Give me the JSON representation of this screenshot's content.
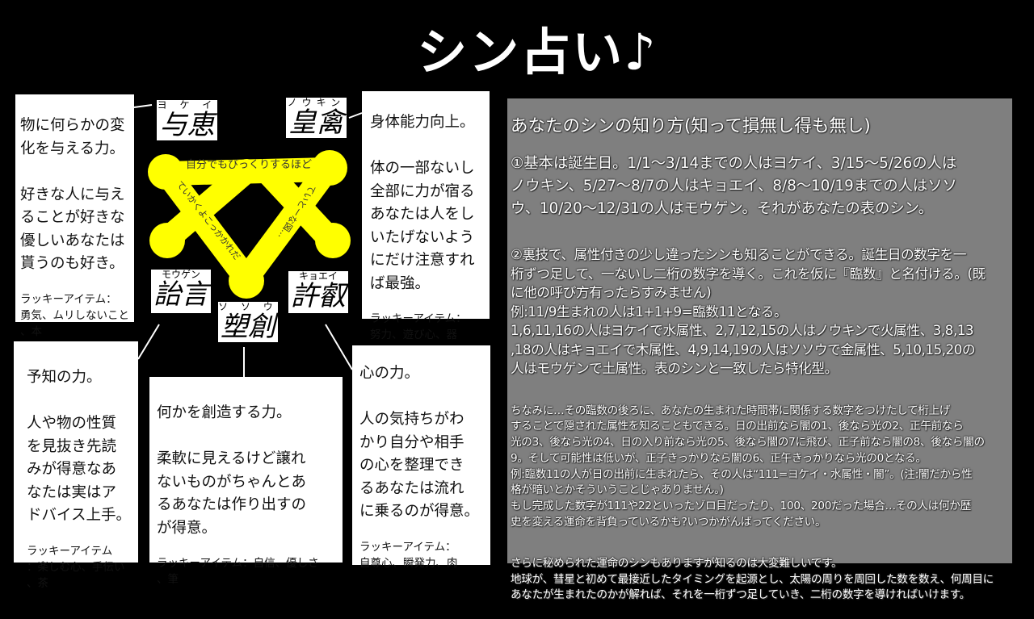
{
  "title": "シン占い♪",
  "colors": {
    "background": "#000000",
    "diagram": "#ffff00",
    "panel": "#7f7f7f",
    "box": "#ffffff"
  },
  "diagram": {
    "top_text": "自分でもびっくりするほど",
    "left_text": "ていかくよこっかかれだ",
    "right_text": "ていとーな図…"
  },
  "shin": [
    {
      "ruby": "ヨ ケ イ",
      "name": "与恵",
      "main": "物に何らかの変\n化を与える力。\n\n好きな人に与え\nることが好きな\n優しいあなたは\n貰うのも好き。",
      "lucky": "ラッキーアイテム：\n勇気、ムリしないこと\n、本"
    },
    {
      "ruby": "ノウキン",
      "name": "皇禽",
      "main": "身体能力向上。\n\n体の一部ないし\n全部に力が宿る\nあなたは人をし\nいたげないよう\nにだけ注意すれ\nば最強。",
      "lucky": "ラッキーアイテム：\n努力、遊び心、器"
    },
    {
      "ruby": "モウゲン",
      "name": "詒言",
      "main": "予知の力。\n\n人や物の性質\nを見抜き先読\nみが得意なあ\nなたは実はア\nドバイス上手。",
      "lucky": "ラッキーアイテム\n：楽しむ心、手伝い\n、茶"
    },
    {
      "ruby": "ソ ソ ウ",
      "name": "塑創",
      "main": "何かを創造する力。\n\n柔軟に見えるけど譲れ\nないものがちゃんとあ\nるあなたは作り出すの\nが得意。",
      "lucky": "ラッキーアイテム：自信、優しさ\n、筆"
    },
    {
      "ruby": "キョエイ",
      "name": "許叡",
      "main": "心の力。\n\n人の気持ちがわ\nかり自分や相手\nの心を整理でき\nるあなたは流れ\nに乗るのが得意。",
      "lucky": "ラッキーアイテム：\n自尊心、瞬発力、肉"
    }
  ],
  "panel": {
    "heading": "あなたのシンの知り方(知って損無し得も無し)",
    "p1": "①基本は誕生日。1/1〜3/14までの人はヨケイ、3/15〜5/26の人は\nノウキン、5/27〜8/7の人はキョエイ、8/8〜10/19までの人はソソ\nウ、10/20〜12/31の人はモウゲン。それがあなたの表のシン。",
    "p2": "②裏技で、属性付きの少し違ったシンも知ることができる。誕生日の数字を一\n桁ずつ足して、一ないし二桁の数字を導く。これを仮に『臨数』と名付ける。(既\nに他の呼び方有ったらすみません)\n例:11/9生まれの人は1+1+9=臨数11となる。\n1,6,11,16の人はヨケイで水属性、2,7,12,15の人はノウキンで火属性、3,8,13\n,18の人はキョエイで木属性、4,9,14,19の人はソソウで金属性、5,10,15,20の\n人はモウゲンで土属性。表のシンと一致したら特化型。",
    "p3": "ちなみに…その臨数の後ろに、あなたの生まれた時間帯に関係する数字をつけたして桁上げ\nすることで隠された属性を知ることもできる。日の出前なら闇の1、後なら光の2、正午前なら\n光の3、後なら光の4、日の入り前なら光の5、後なら闇の7に飛び、正子前なら闇の8、後なら闇の\n9。そして可能性は低いが、正子きっかりなら闇の6、正午きっかりなら光の0となる。\n例:臨数11の人が日の出前に生まれたら、その人は“111=ヨケイ・水属性・闇”。(注:闇だから性\n格が暗いとかそういうことじゃありません。)\nもし完成した数字が111や22といったゾロ目だったり、100、200だった場合…その人は何か歴\n史を変える運命を背負っているかも?いつかがんばってください。",
    "p4": "さらに秘められた運命のシンもありますが知るのは大変難しいです。\n地球が、彗星と初めて最接近したタイミングを起源とし、太陽の周りを周回した数を数え、何周目に\nあなたが生まれたのかが解れば、それを一桁ずつ足していき、二桁の数字を導ければいけます。"
  }
}
